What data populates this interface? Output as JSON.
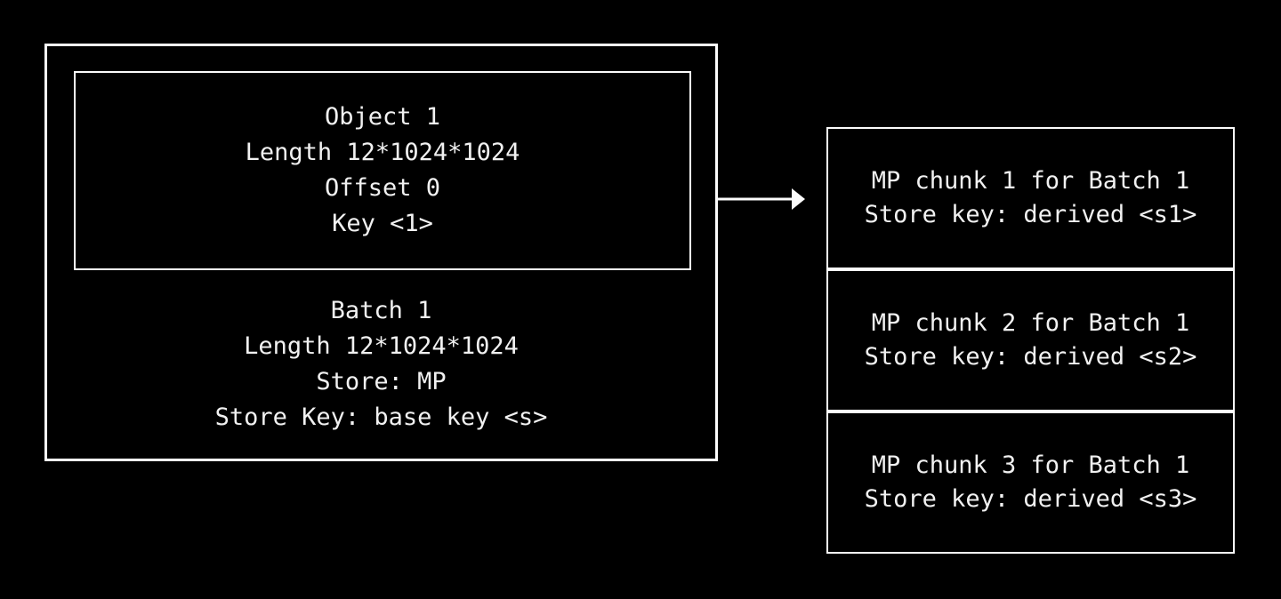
{
  "diagram": {
    "colors": {
      "background": "#000000",
      "stroke": "#fcfcfc",
      "text": "#f1f1f1"
    },
    "left_box": {
      "object": {
        "line1": "Object 1",
        "line2": "Length 12*1024*1024",
        "line3": "Offset 0",
        "line4": "Key <1>"
      },
      "batch": {
        "line1": "Batch 1",
        "line2": "Length 12*1024*1024",
        "line3": "Store: MP",
        "line4": "Store Key: base key <s>"
      }
    },
    "arrow": {
      "direction": "right"
    },
    "right_boxes": [
      {
        "line1": "MP chunk 1 for Batch 1",
        "line2": "Store key: derived <s1>"
      },
      {
        "line1": "MP chunk 2 for Batch 1",
        "line2": "Store key: derived <s2>"
      },
      {
        "line1": "MP chunk 3 for Batch 1",
        "line2": "Store key: derived <s3>"
      }
    ]
  }
}
